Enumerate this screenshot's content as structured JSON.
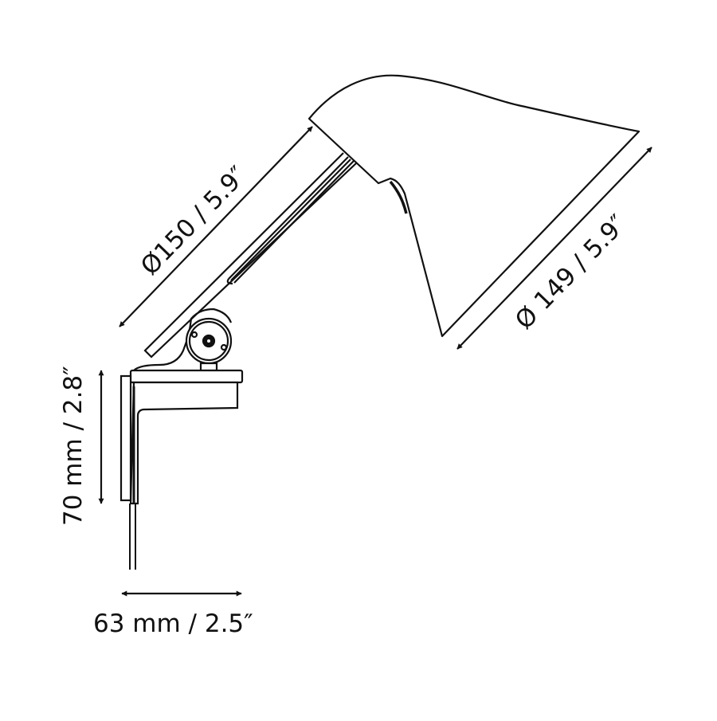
{
  "diagram": {
    "subject": "Wall lamp side-view dimension drawing",
    "colors": {
      "line": "#111111",
      "background": "#ffffff"
    },
    "dimensions": {
      "arm_length": {
        "label": "Ø150 / 5.9″",
        "mm": 150,
        "in": 5.9
      },
      "shade_diameter": {
        "label": "Ø 149 / 5.9″",
        "mm": 149,
        "in": 5.9
      },
      "bracket_height": {
        "label": "70 mm / 2.8″",
        "mm": 70,
        "in": 2.8
      },
      "bracket_depth": {
        "label": "63 mm / 2.5″",
        "mm": 63,
        "in": 2.5
      }
    },
    "parts": [
      "lamp-shade",
      "lamp-arm",
      "swivel-joint",
      "wall-bracket",
      "power-cord"
    ]
  }
}
